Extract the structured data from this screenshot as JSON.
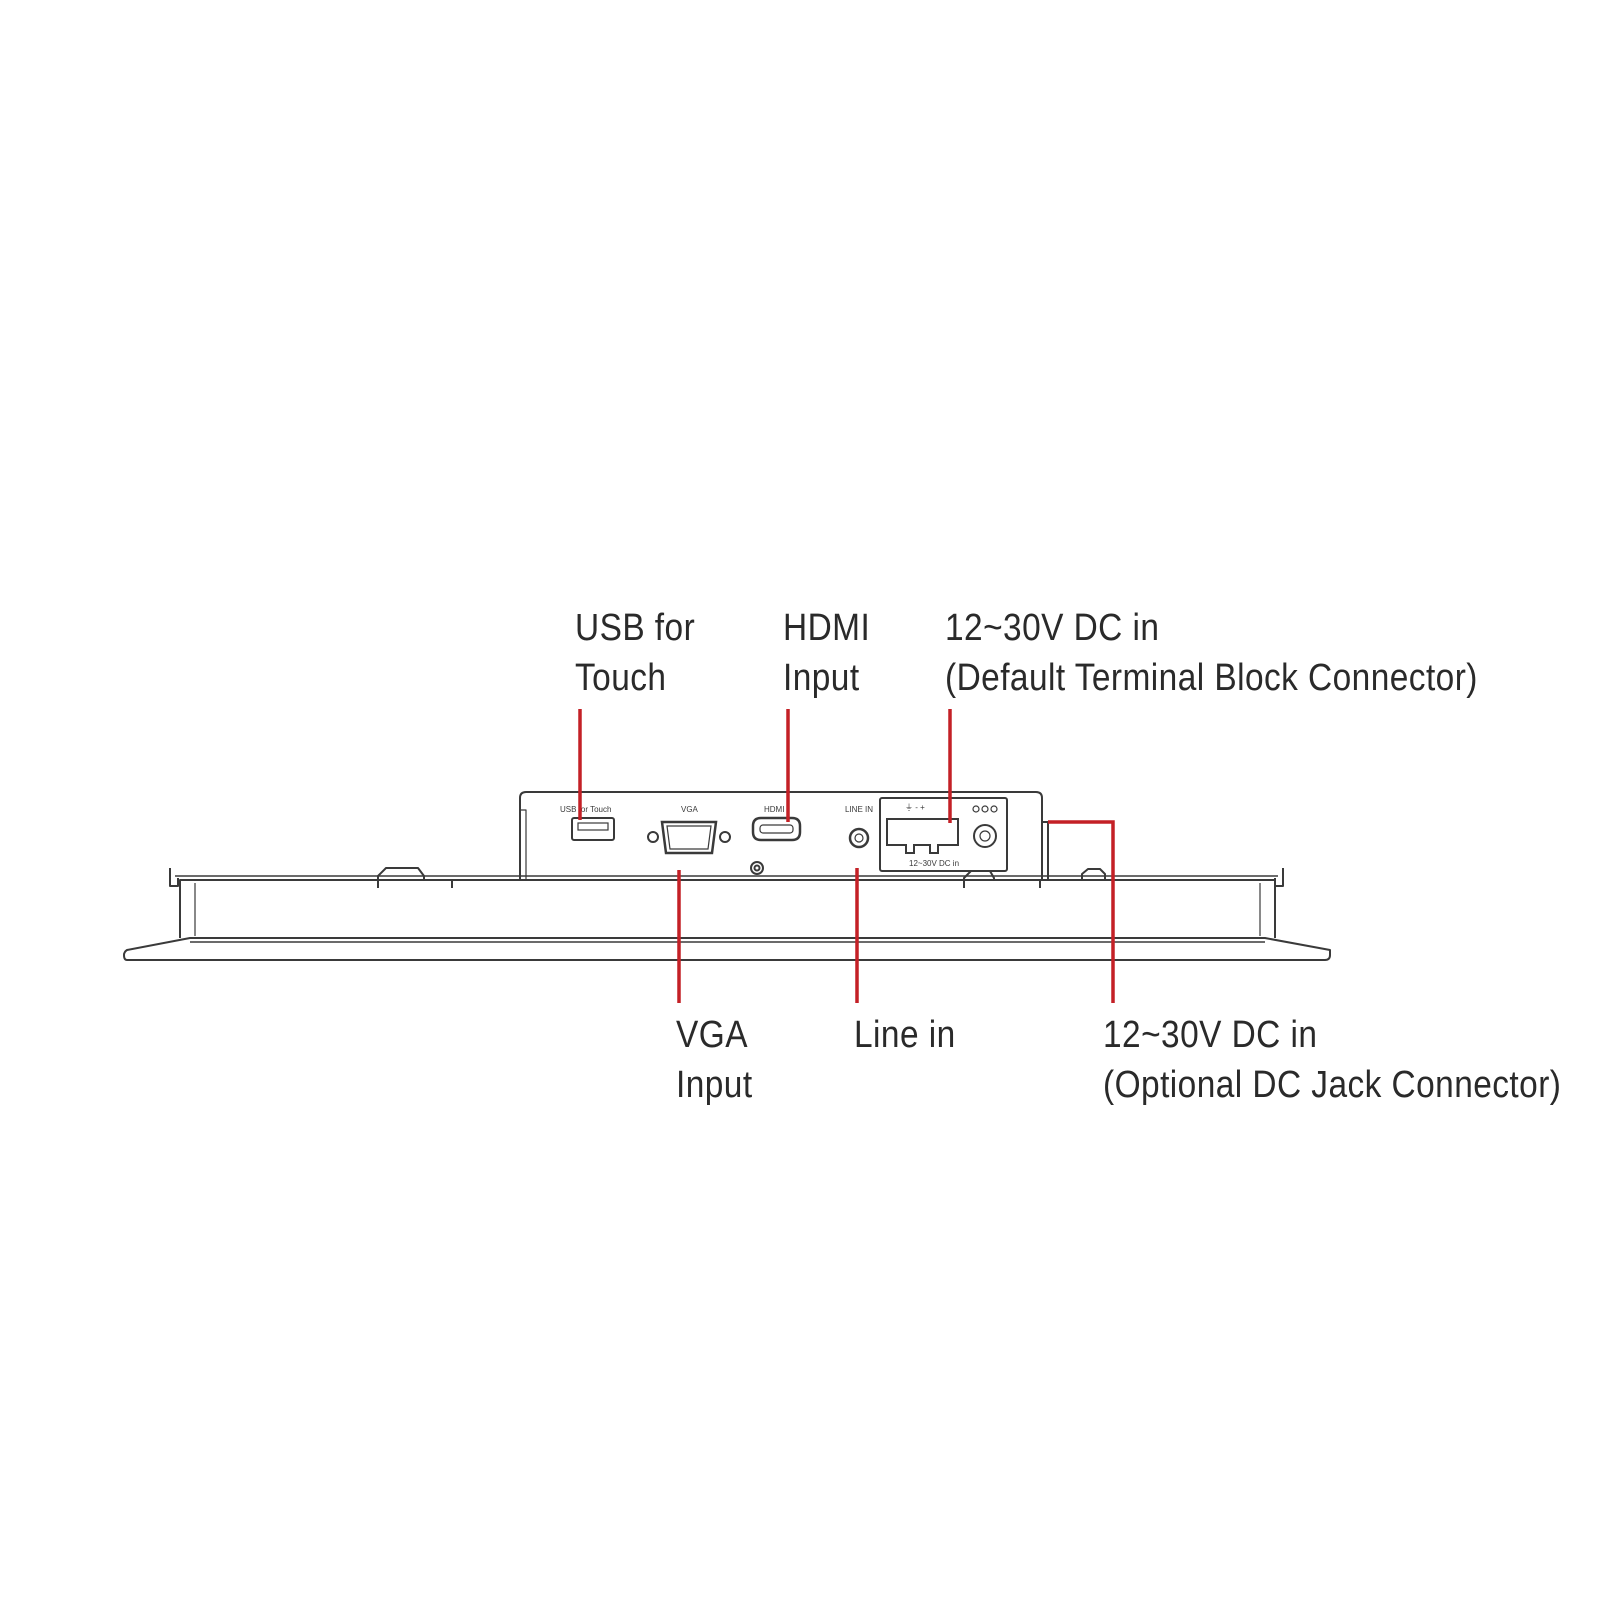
{
  "colors": {
    "leader": "#c42026",
    "outline": "#3a3a3a",
    "text": "#2a2a2a",
    "background": "#ffffff"
  },
  "callouts": {
    "usb_touch": {
      "line1": "USB for",
      "line2": "Touch"
    },
    "hdmi": {
      "line1": "HDMI",
      "line2": "Input"
    },
    "terminal_block": {
      "line1": "12~30V DC in",
      "line2": "(Default Terminal Block Connector)"
    },
    "vga": {
      "line1": "VGA",
      "line2": "Input"
    },
    "line_in": {
      "line1": "Line in"
    },
    "dc_jack": {
      "line1": "12~30V DC in",
      "line2": "(Optional DC Jack Connector)"
    }
  },
  "panel_labels": {
    "usb": "USB for Touch",
    "vga": "VGA",
    "hdmi": "HDMI",
    "line_in": "LINE IN",
    "terminal_symbols": "⏚  -  +",
    "terminal_rating": "12~30V DC in"
  }
}
